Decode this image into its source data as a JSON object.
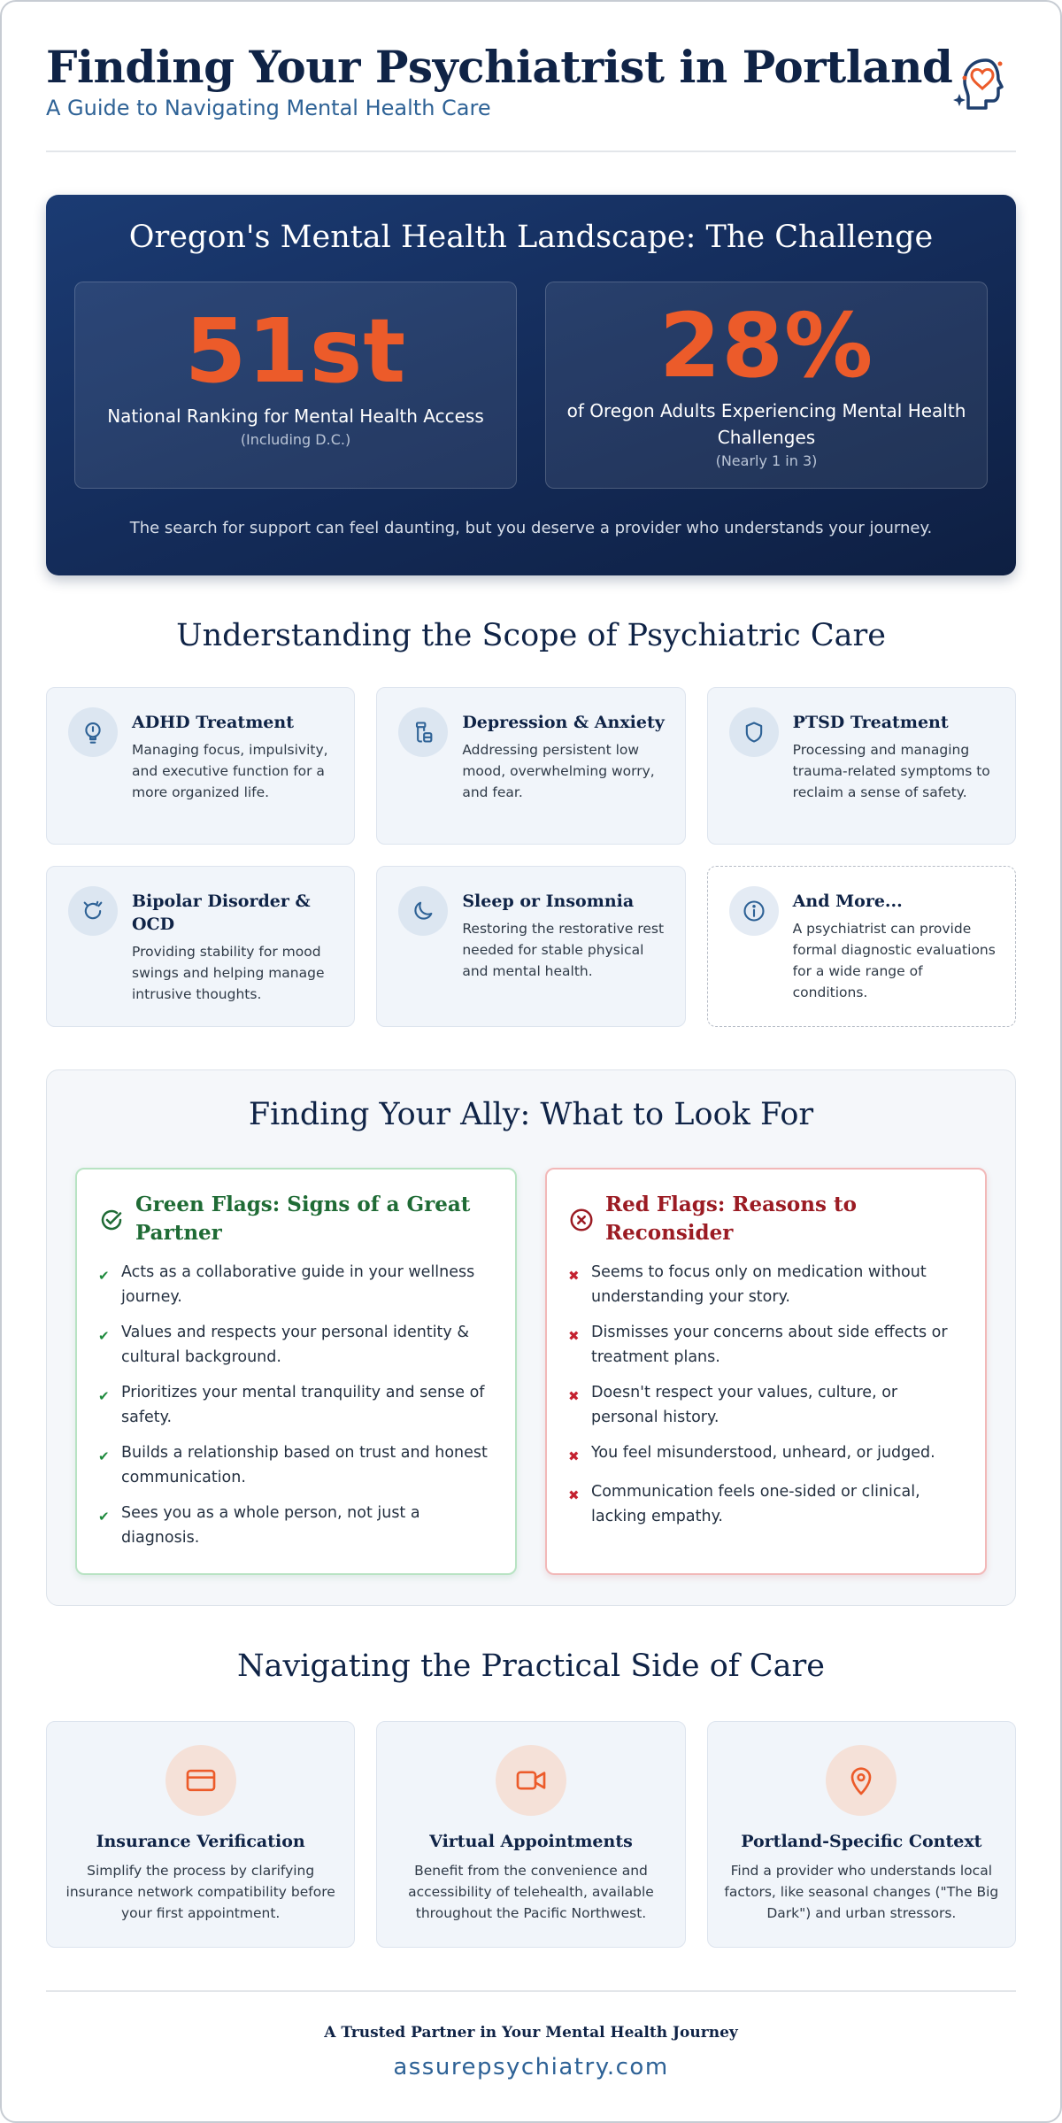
{
  "header": {
    "title": "Finding Your Psychiatrist in Portland",
    "subtitle": "A Guide to Navigating Mental Health Care",
    "logo_icon": "head-heart-icon"
  },
  "challenge": {
    "title": "Oregon's Mental Health Landscape: The Challenge",
    "stats": [
      {
        "value": "51st",
        "label": "National Ranking for Mental Health Access",
        "note": "(Including D.C.)"
      },
      {
        "value": "28%",
        "label": "of Oregon Adults Experiencing Mental Health Challenges",
        "note": "(Nearly 1 in 3)"
      }
    ],
    "footer": "The search for support can feel daunting, but you deserve a provider who understands your journey."
  },
  "scope": {
    "title": "Understanding the Scope of Psychiatric Care",
    "items": [
      {
        "title": "ADHD Treatment",
        "text": "Managing focus, impulsivity, and executive function for a more organized life.",
        "icon": "lightbulb-icon"
      },
      {
        "title": "Depression & Anxiety",
        "text": "Addressing persistent low mood, overwhelming worry, and fear.",
        "icon": "medication-icon"
      },
      {
        "title": "PTSD Treatment",
        "text": "Processing and managing trauma-related symptoms to reclaim a sense of safety.",
        "icon": "shield-icon"
      },
      {
        "title": "Bipolar Disorder & OCD",
        "text": "Providing stability for mood swings and helping manage intrusive thoughts.",
        "icon": "cycle-icon"
      },
      {
        "title": "Sleep or Insomnia",
        "text": "Restoring the restorative rest needed for stable physical and mental health.",
        "icon": "moon-icon"
      },
      {
        "title": "And More...",
        "text": "A psychiatrist can provide formal diagnostic evaluations for a wide range of conditions.",
        "icon": "info-icon"
      }
    ]
  },
  "ally": {
    "title": "Finding Your Ally: What to Look For",
    "green": {
      "title": "Green Flags: Signs of a Great Partner",
      "icon": "check-circle-icon",
      "items": [
        "Acts as a collaborative guide in your wellness journey.",
        "Values and respects your personal identity & cultural background.",
        "Prioritizes your mental tranquility and sense of safety.",
        "Builds a relationship based on trust and honest communication.",
        "Sees you as a whole person, not just a diagnosis."
      ]
    },
    "red": {
      "title": "Red Flags: Reasons to Reconsider",
      "icon": "x-circle-icon",
      "items": [
        "Seems to focus only on medication without understanding your story.",
        "Dismisses your concerns about side effects or treatment plans.",
        "Doesn't respect your values, culture, or personal history.",
        "You feel misunderstood, unheard, or judged.",
        "Communication feels one-sided or clinical, lacking empathy."
      ]
    }
  },
  "practical": {
    "title": "Navigating the Practical Side of Care",
    "items": [
      {
        "title": "Insurance Verification",
        "text": "Simplify the process by clarifying insurance network compatibility before your first appointment.",
        "icon": "credit-card-icon"
      },
      {
        "title": "Virtual Appointments",
        "text": "Benefit from the convenience and accessibility of telehealth, available throughout the Pacific Northwest.",
        "icon": "video-camera-icon"
      },
      {
        "title": "Portland-Specific Context",
        "text": "Find a provider who understands local factors, like seasonal changes (\"The Big Dark\") and urban stressors.",
        "icon": "map-pin-icon"
      }
    ]
  },
  "footer": {
    "tagline": "A Trusted Partner in Your Mental Health Journey",
    "site": "assurepsychiatry.com"
  },
  "colors": {
    "navy": "#0f2346",
    "accent_orange": "#ec5b2a",
    "link_blue": "#2e6296",
    "green": "#1f6b35",
    "red": "#9b1b23"
  }
}
